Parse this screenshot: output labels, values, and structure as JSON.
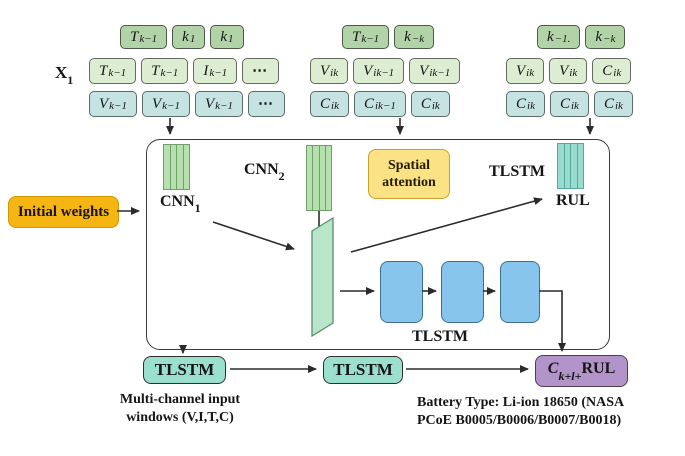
{
  "input_matrix_label": {
    "base": "X",
    "sub": "1"
  },
  "grid": {
    "row1_groups": [
      [
        {
          "b": "T",
          "s": "k−1"
        },
        {
          "b": "k",
          "s": "1"
        },
        {
          "b": "k",
          "s": "1"
        }
      ],
      [
        {
          "b": "T",
          "s": "k−1"
        },
        {
          "b": "k",
          "s": "−k"
        }
      ],
      [
        {
          "b": "k",
          "s": "−1."
        },
        {
          "b": "k",
          "s": "−k"
        }
      ]
    ],
    "row2_groups": [
      [
        {
          "b": "T",
          "s": "k−1"
        },
        {
          "b": "T",
          "s": "k−1"
        },
        {
          "b": "I",
          "s": "k−1"
        },
        {
          "b": "⋯",
          "s": ""
        }
      ],
      [
        {
          "b": "V",
          "s": "ik"
        },
        {
          "b": "V",
          "s": "ik−1"
        },
        {
          "b": "V",
          "s": "ik−1"
        }
      ],
      [
        {
          "b": "V",
          "s": "ik"
        },
        {
          "b": "V",
          "s": "ik"
        },
        {
          "b": "C",
          "s": "ik"
        }
      ]
    ],
    "row3_groups": [
      [
        {
          "b": "V",
          "s": "k−1"
        },
        {
          "b": "V",
          "s": "k−1"
        },
        {
          "b": "V",
          "s": "k−1"
        },
        {
          "b": "⋯",
          "s": ""
        }
      ],
      [
        {
          "b": "C",
          "s": "ik"
        },
        {
          "b": "C",
          "s": "ik−1"
        },
        {
          "b": "C",
          "s": "ik"
        }
      ],
      [
        {
          "b": "C",
          "s": "ik"
        },
        {
          "b": "C",
          "s": "ik"
        },
        {
          "b": "C",
          "s": "ik"
        }
      ]
    ]
  },
  "blocks": {
    "initial_weights": "Initial weights",
    "cnn1": {
      "base": "CNN",
      "sub": "1"
    },
    "cnn2": {
      "base": "CNN",
      "sub": "2"
    },
    "spatial_attention": "Spatial attention",
    "tlstm_top": "TLSTM",
    "rul": "RUL",
    "tlstm_inner": "TLSTM",
    "tlstm_bottom_1": "TLSTM",
    "tlstm_bottom_2": "TLSTM",
    "output": {
      "base": "C",
      "sub": "k+l+",
      "suffix": "RUL"
    }
  },
  "captions": {
    "multichannel": "Multi-channel input\nwindows (V,I,T,C)",
    "battery": "Battery Type: Li-ion 18650 (NASA\nPCoE B0005/B0006/B0007/B0018)"
  },
  "colors": {
    "row1_fill": "#b2d3a8",
    "row2_fill": "#dcedd2",
    "row3_fill": "#c5e4e1",
    "initial_weights_fill": "#f5b512",
    "spatial_attention_fill": "#fbe284",
    "lstm_cell_fill": "#87c5ec",
    "tlstm_box_fill": "#9be0cc",
    "output_fill": "#b394ca",
    "filter_green": "#b6e0ad",
    "filter_teal": "#98dccf",
    "parallelogram_fill": "#b9e5c9",
    "line_color": "#2b2b2b"
  }
}
